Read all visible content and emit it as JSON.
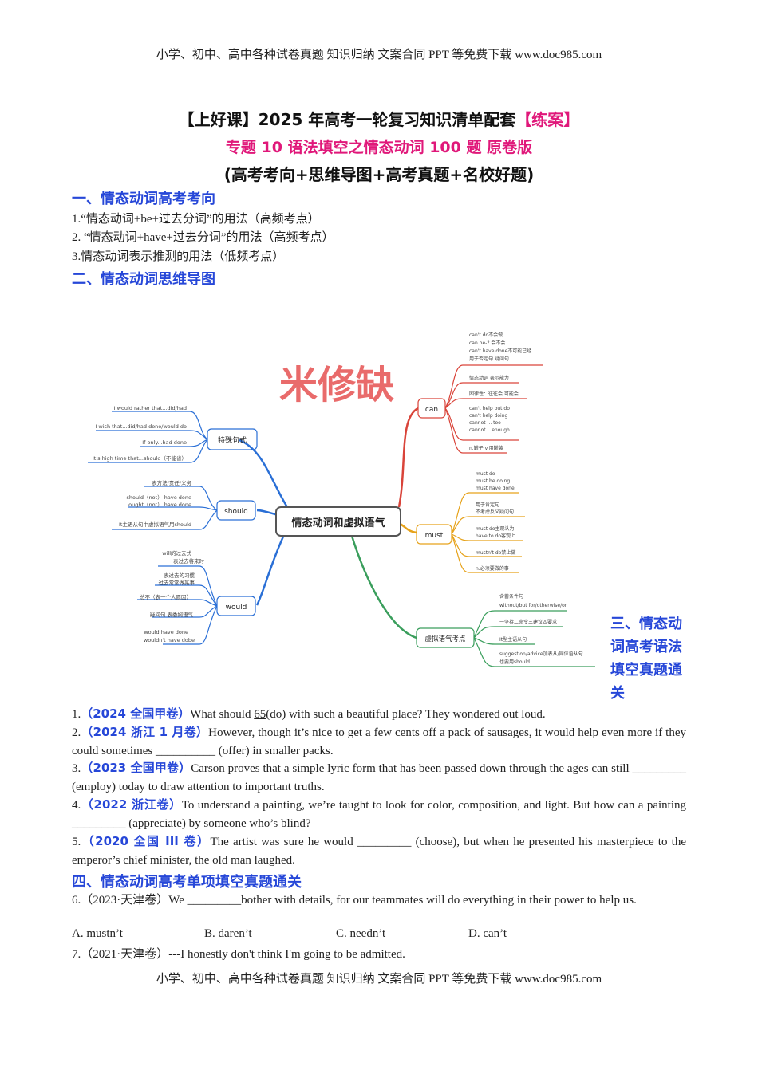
{
  "header_banner": "小学、初中、高中各种试卷真题 知识归纳 文案合同 PPT 等免费下载   www.doc985.com",
  "footer_banner": "小学、初中、高中各种试卷真题 知识归纳 文案合同 PPT 等免费下载   www.doc985.com",
  "title": {
    "line1_main": "【上好课】2025 年高考一轮复习知识清单配套",
    "line1_highlight": "【练案】",
    "line2": "专题 10 语法填空之情态动词 100 题 原卷版",
    "line3": "(高考考向+思维导图+高考真题+名校好题)"
  },
  "section1": {
    "heading": "一、情态动词高考考向",
    "items": [
      "1.“情态动词+be+过去分词”的用法（高频考点）",
      "2. “情态动词+have+过去分词”的用法（高频考点）",
      "3.情态动词表示推测的用法（低频考点）"
    ]
  },
  "section2": {
    "heading": "二、情态动词思维导图"
  },
  "mindmap": {
    "center": "情态动词和虚拟语气",
    "watermark": "米修缺",
    "colors": {
      "left": "#2a6fd6",
      "can": "#d9443a",
      "must": "#e6a21a",
      "subj": "#3a9e5c",
      "center_border": "#555555"
    },
    "branches": {
      "special": {
        "label": "特殊句式",
        "leaves": [
          "I would rather that...did/had",
          "I wish that...did/had done/would do",
          "If only...had done",
          "It's high time that...should（不能省）"
        ]
      },
      "should": {
        "label": "should",
        "leaves": [
          "表方法/责任/义务",
          "should（not） have done",
          "ought（not） have done",
          "It主语从句中虚拟语气用should"
        ]
      },
      "would": {
        "label": "would",
        "leaves": [
          "will的过去式",
          "表过去将来时",
          "表过去的习惯",
          "过去常常做某事",
          "总不（表一个人愿因）",
          "疑问句 表委婉语气",
          "would have done",
          "wouldn't have dobe"
        ]
      },
      "can": {
        "label": "can",
        "leaves": [
          "can't do不会做",
          "can he-? 会不会",
          "can't have done不可能已经",
          "用于否定句 疑问句",
          "情态动词 表示能力",
          "困律性：往往会 可能会",
          "can't help but do",
          "can't help doing",
          "cannot ... too",
          "cannot... enough",
          "n.罐子 v.用罐装"
        ]
      },
      "must": {
        "label": "must",
        "leaves": [
          "must do",
          "must be doing",
          "must have done",
          "用于肯定句",
          "不考虑反义疑问句",
          "must do主观认为",
          "have to do客观上",
          "mustn't do禁止做",
          "n.必须要做的事"
        ]
      },
      "subj": {
        "label": "虚拟语气考点",
        "leaves": [
          "含蓄条件句",
          "without/but for/otherwise/or",
          "一坚持二命令三建议四要求",
          "It型主语从句",
          "suggestion/advice加表从/同位语从句",
          "也要用should"
        ]
      }
    }
  },
  "section3": {
    "heading": "三、情态动词高考语法填空真题通关",
    "questions": [
      {
        "num": "1.",
        "source": "（2024 全国甲卷）",
        "text": "What should ",
        "answer": "65",
        "rest": "(do) with such a beautiful place? They wondered out loud."
      },
      {
        "num": "2.",
        "source": "（2024 浙江 1 月卷）",
        "text": "However, though it’s nice to get a few cents off a pack of sausages, it would help even more if they could sometimes __________ (offer) in smaller packs."
      },
      {
        "num": "3.",
        "source": "（2023 全国甲卷）",
        "text": "Carson proves that a simple lyric form that has been passed down through the ages can still _________ (employ) today to draw attention to important truths."
      },
      {
        "num": "4.",
        "source": "（2022 浙江卷）",
        "text": "To understand a painting, we’re taught to look for color, composition, and light. But how can a painting _________ (appreciate) by someone who’s blind?"
      },
      {
        "num": "5.",
        "source": "（2020 全国 III 卷）",
        "text": "The artist was sure he would _________ (choose), but when he presented his masterpiece to the emperor’s chief minister, the old man laughed."
      }
    ]
  },
  "section4": {
    "heading": "四、情态动词高考单项填空真题通关",
    "q6": "6.（2023·天津卷）We _________bother with details, for our teammates will do everything in their power to help us.",
    "q6_options": [
      "A. mustn’t",
      "B. daren’t",
      "C. needn’t",
      "D. can’t"
    ],
    "q7": "7.（2021·天津卷）---I honestly don't think I'm going to be admitted."
  }
}
